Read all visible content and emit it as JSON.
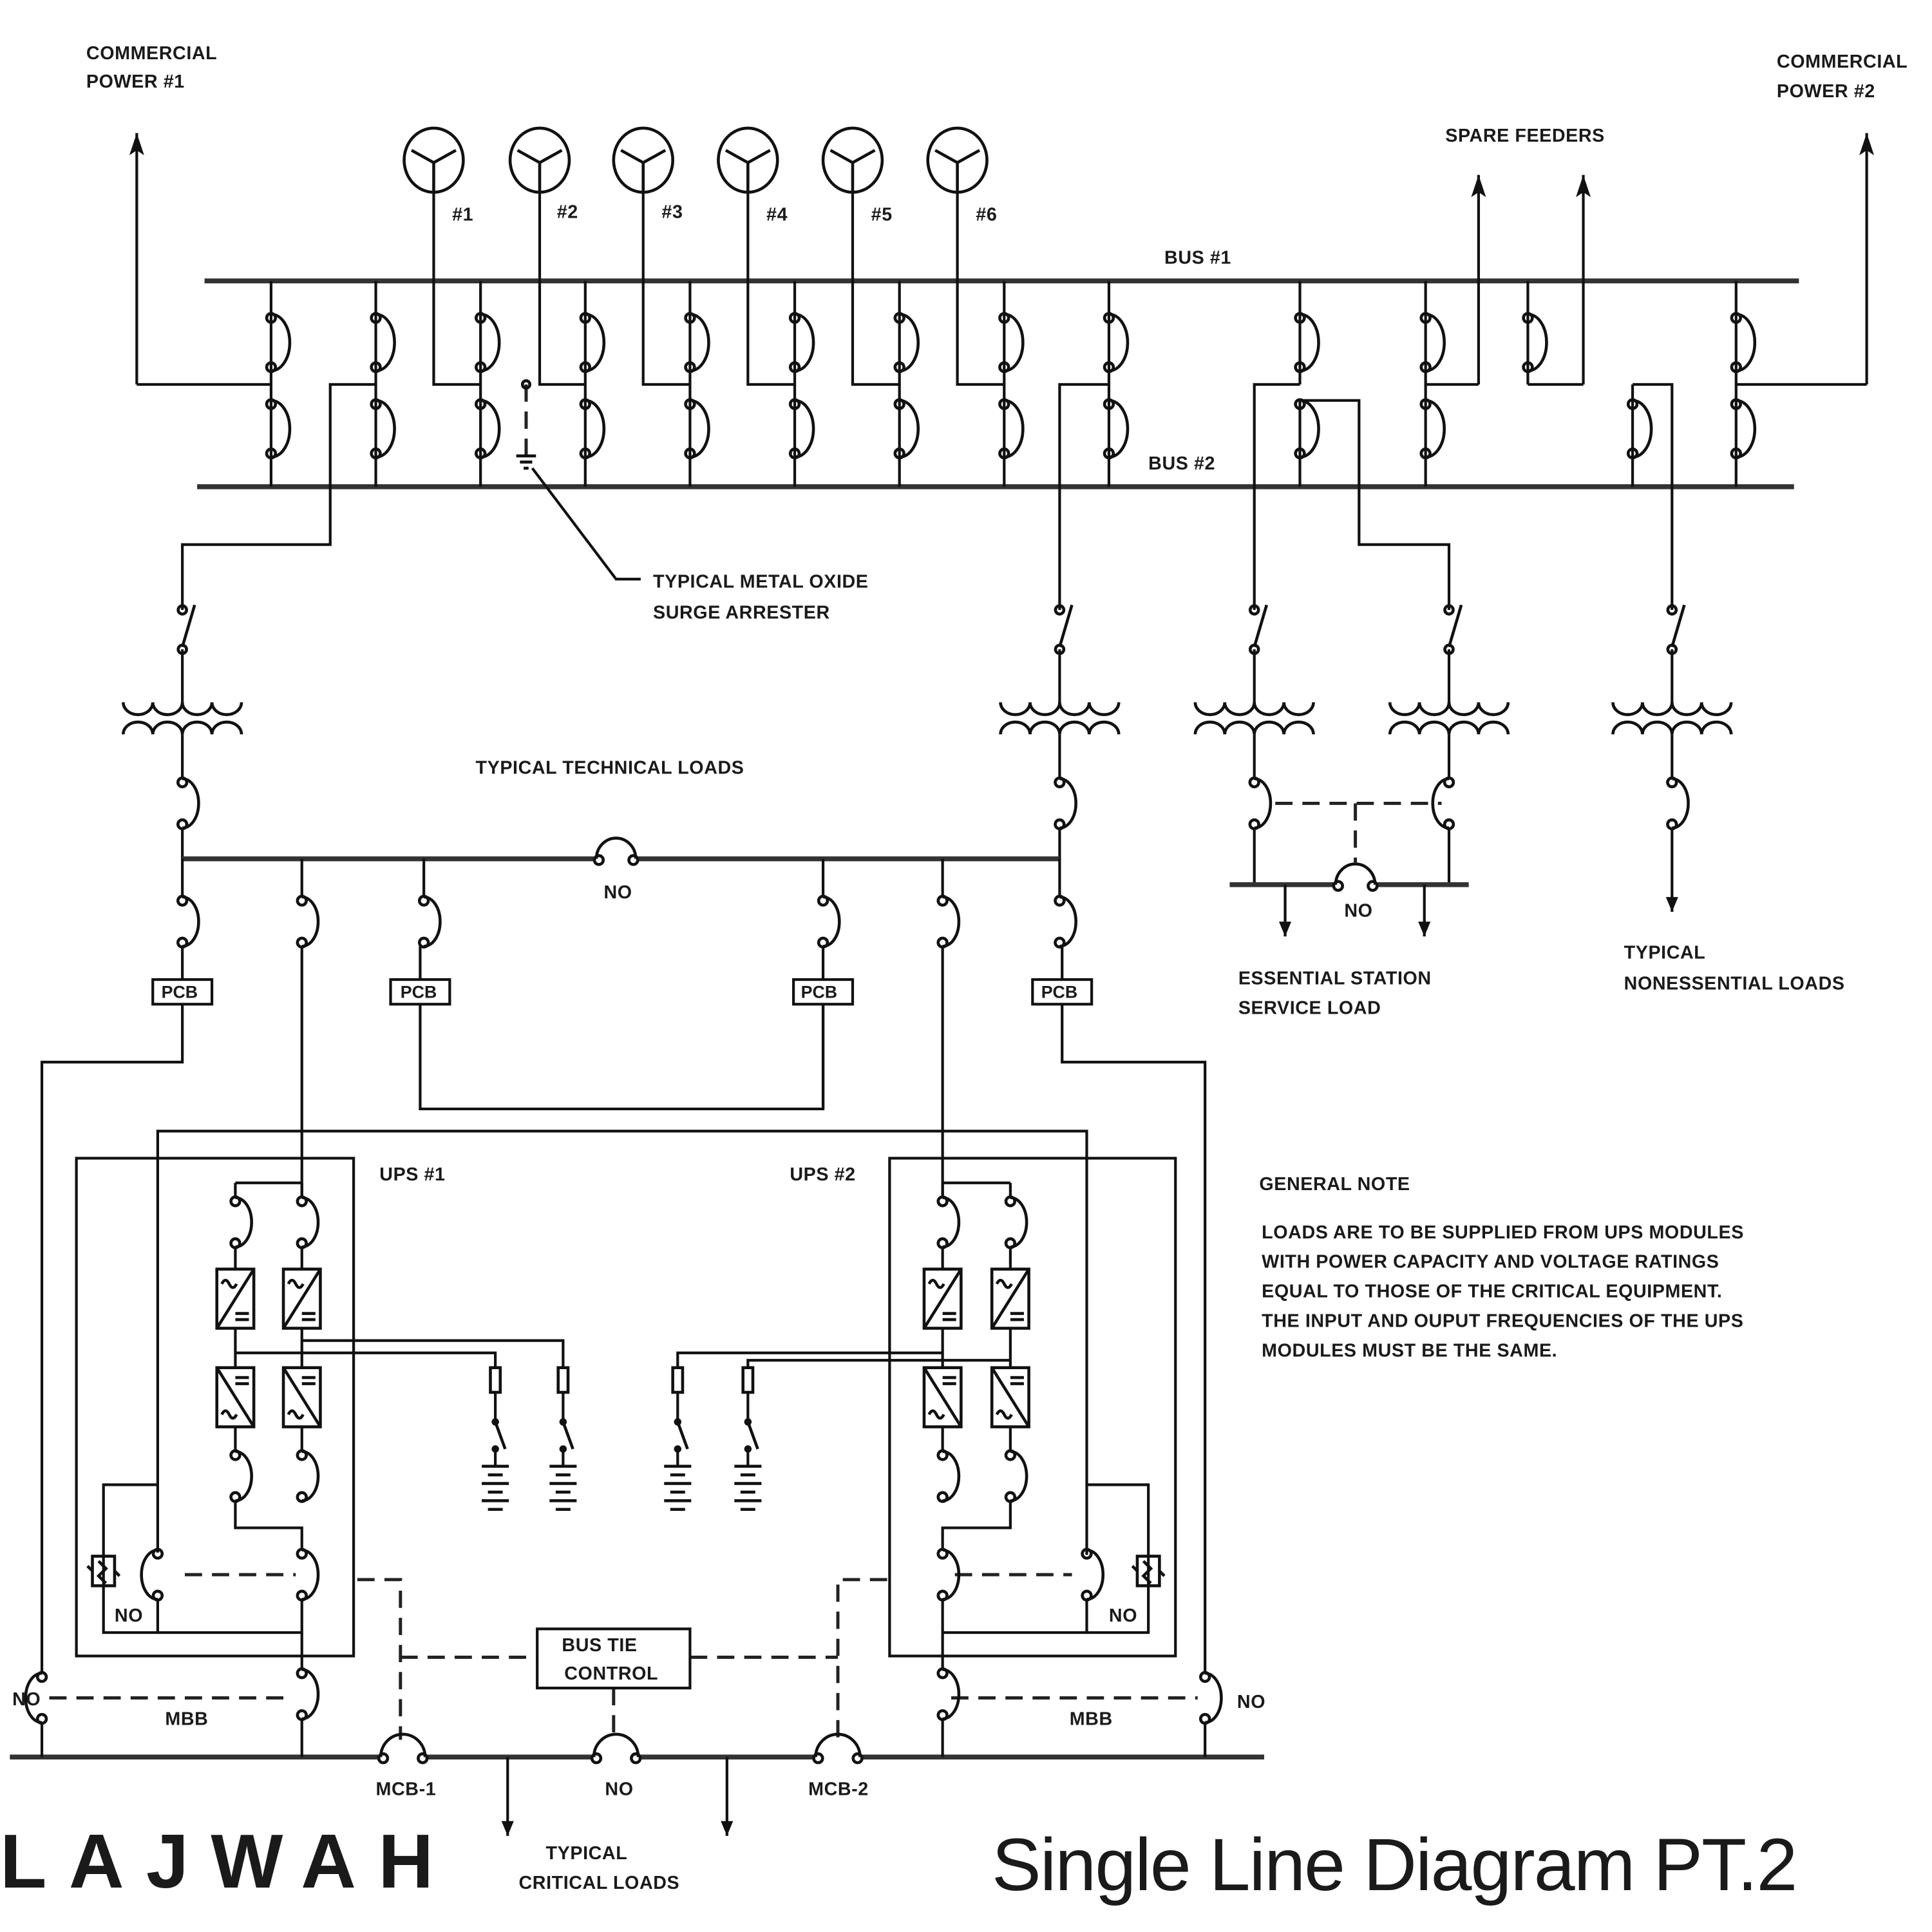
{
  "sources": {
    "commercial_power_1": [
      "COMMERCIAL",
      "POWER #1"
    ],
    "commercial_power_2": [
      "COMMERCIAL",
      "POWER #2"
    ],
    "spare_feeders": "SPARE FEEDERS"
  },
  "generators": [
    "#1",
    "#2",
    "#3",
    "#4",
    "#5",
    "#6"
  ],
  "buses": {
    "bus1": "BUS #1",
    "bus2": "BUS #2"
  },
  "annotations": {
    "surge_arrester": [
      "TYPICAL METAL OXIDE",
      "SURGE ARRESTER"
    ],
    "technical_loads": "TYPICAL TECHNICAL LOADS",
    "essential_station": [
      "ESSENTIAL STATION",
      "SERVICE LOAD"
    ],
    "nonessential": [
      "TYPICAL",
      "NONESSENTIAL LOADS"
    ],
    "critical_loads": [
      "TYPICAL",
      "CRITICAL LOADS"
    ]
  },
  "switch_labels": {
    "normally_open": "NO",
    "pcb": "PCB",
    "mbb": "MBB",
    "mcb1": "MCB-1",
    "mcb2": "MCB-2"
  },
  "ups": {
    "ups1": "UPS #1",
    "ups2": "UPS #2"
  },
  "bus_tie_control": [
    "BUS TIE",
    "CONTROL"
  ],
  "general_note": {
    "heading": "GENERAL NOTE",
    "lines": [
      "LOADS ARE TO BE SUPPLIED FROM UPS MODULES",
      "WITH POWER CAPACITY AND VOLTAGE RATINGS",
      "EQUAL TO THOSE OF THE CRITICAL EQUIPMENT.",
      "THE INPUT AND OUPUT FREQUENCIES OF THE UPS",
      "MODULES MUST BE THE SAME."
    ]
  },
  "footer": {
    "brand": "LAJWAH",
    "title": "Single Line Diagram PT.2"
  }
}
